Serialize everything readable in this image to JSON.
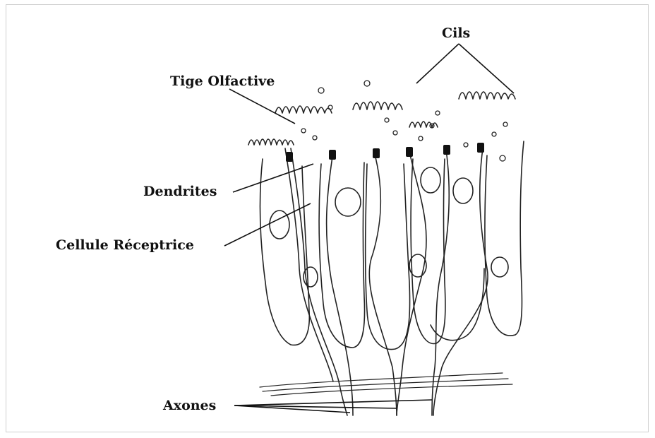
{
  "labels": {
    "cils": "Cils",
    "tige_olfactive": "Tige Olfactive",
    "dendrites": "Dendrites",
    "cellule_receptrice": "Cellule Réceptrice",
    "axones": "Axones"
  }
}
